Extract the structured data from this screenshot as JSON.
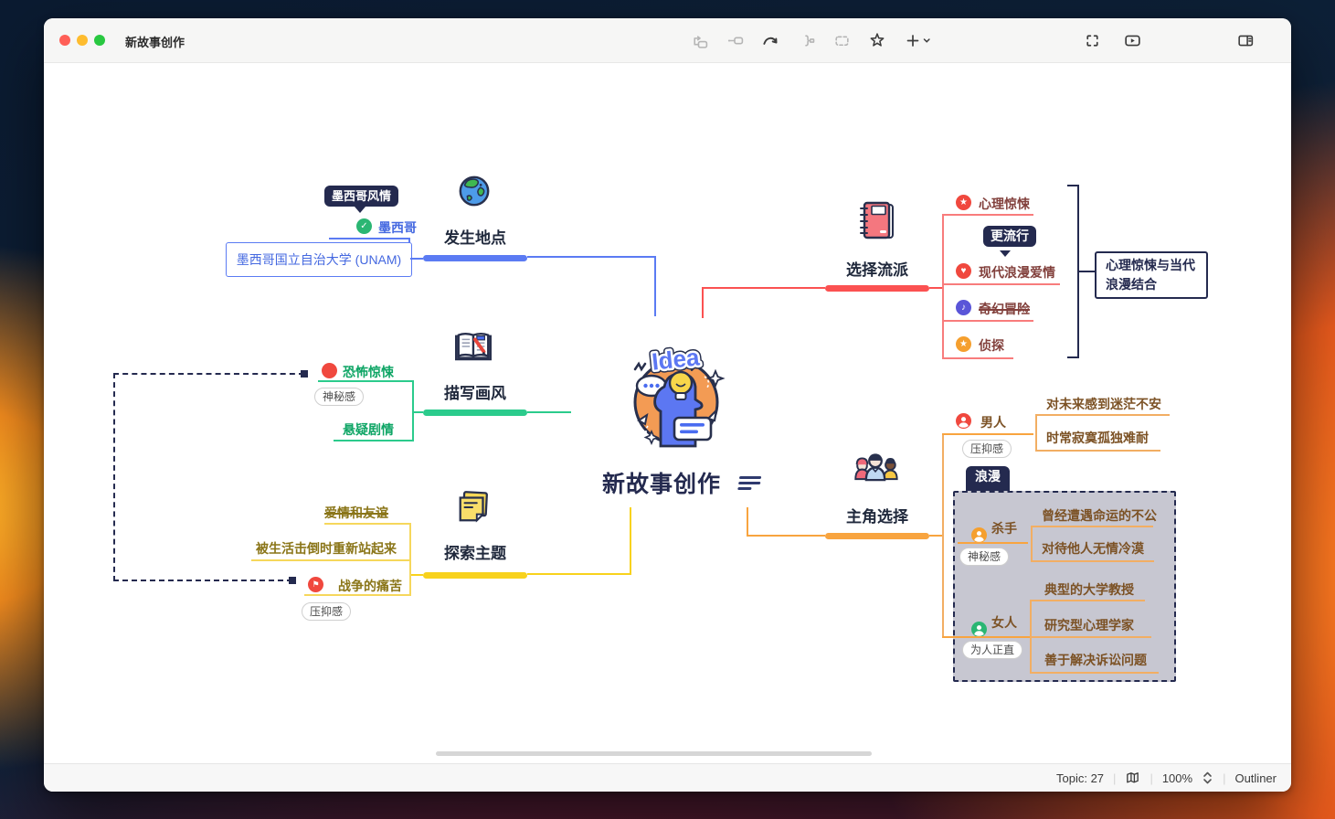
{
  "window": {
    "title": "新故事创作"
  },
  "toolbar": {
    "icons": [
      "insert-topic-before-icon",
      "insert-subtopic-icon",
      "relationship-icon",
      "summary-icon",
      "boundary-icon",
      "marker-star-icon",
      "insert-plus-icon"
    ],
    "right_icons": [
      "pitch-mode-icon",
      "presentation-play-icon",
      "format-panel-icon"
    ]
  },
  "colors": {
    "navy": "#242A4F",
    "blue": "#5B7BF3",
    "green": "#2BCB8C",
    "yellow": "#F8D21C",
    "red": "#FB5151",
    "orange": "#F8A43F"
  },
  "central": {
    "title": "新故事创作",
    "image_text": "Idea"
  },
  "branches": {
    "location": {
      "label": "发生地点",
      "color": "#5B7BF3",
      "callout": "墨西哥风情",
      "topic": "墨西哥",
      "subtopic": "墨西哥国立自治大学 (UNAM)"
    },
    "style": {
      "label": "描写画风",
      "color": "#2BCB8C",
      "topic1": "恐怖惊悚",
      "topic1_tag": "神秘感",
      "topic2": "悬疑剧情"
    },
    "theme": {
      "label": "探索主题",
      "color": "#F8D21C",
      "topic1": "爱情和友谊",
      "topic2": "被生活击倒时重新站起来",
      "topic3": "战争的痛苦",
      "topic3_tag": "压抑感"
    },
    "genre": {
      "label": "选择流派",
      "color": "#FB5151",
      "topic1": "心理惊悚",
      "callout": "更流行",
      "topic2": "现代浪漫爱情",
      "topic3": "奇幻冒险",
      "topic4": "侦探",
      "summary": "心理惊悚与当代浪漫结合"
    },
    "protagonist": {
      "label": "主角选择",
      "color": "#F8A43F",
      "boundary_label": "浪漫",
      "man": {
        "label": "男人",
        "tag": "压抑感",
        "detail1": "对未来感到迷茫不安",
        "detail2": "时常寂寞孤独难耐"
      },
      "killer": {
        "label": "杀手",
        "tag": "神秘感",
        "detail1": "曾经遭遇命运的不公",
        "detail2": "对待他人无情冷漠"
      },
      "woman": {
        "label": "女人",
        "tag": "为人正直",
        "detail1": "典型的大学教授",
        "detail2": "研究型心理学家",
        "detail3": "善于解决诉讼问题"
      }
    }
  },
  "statusbar": {
    "topic_count": "Topic: 27",
    "zoom_level": "100%",
    "outliner_label": "Outliner"
  }
}
